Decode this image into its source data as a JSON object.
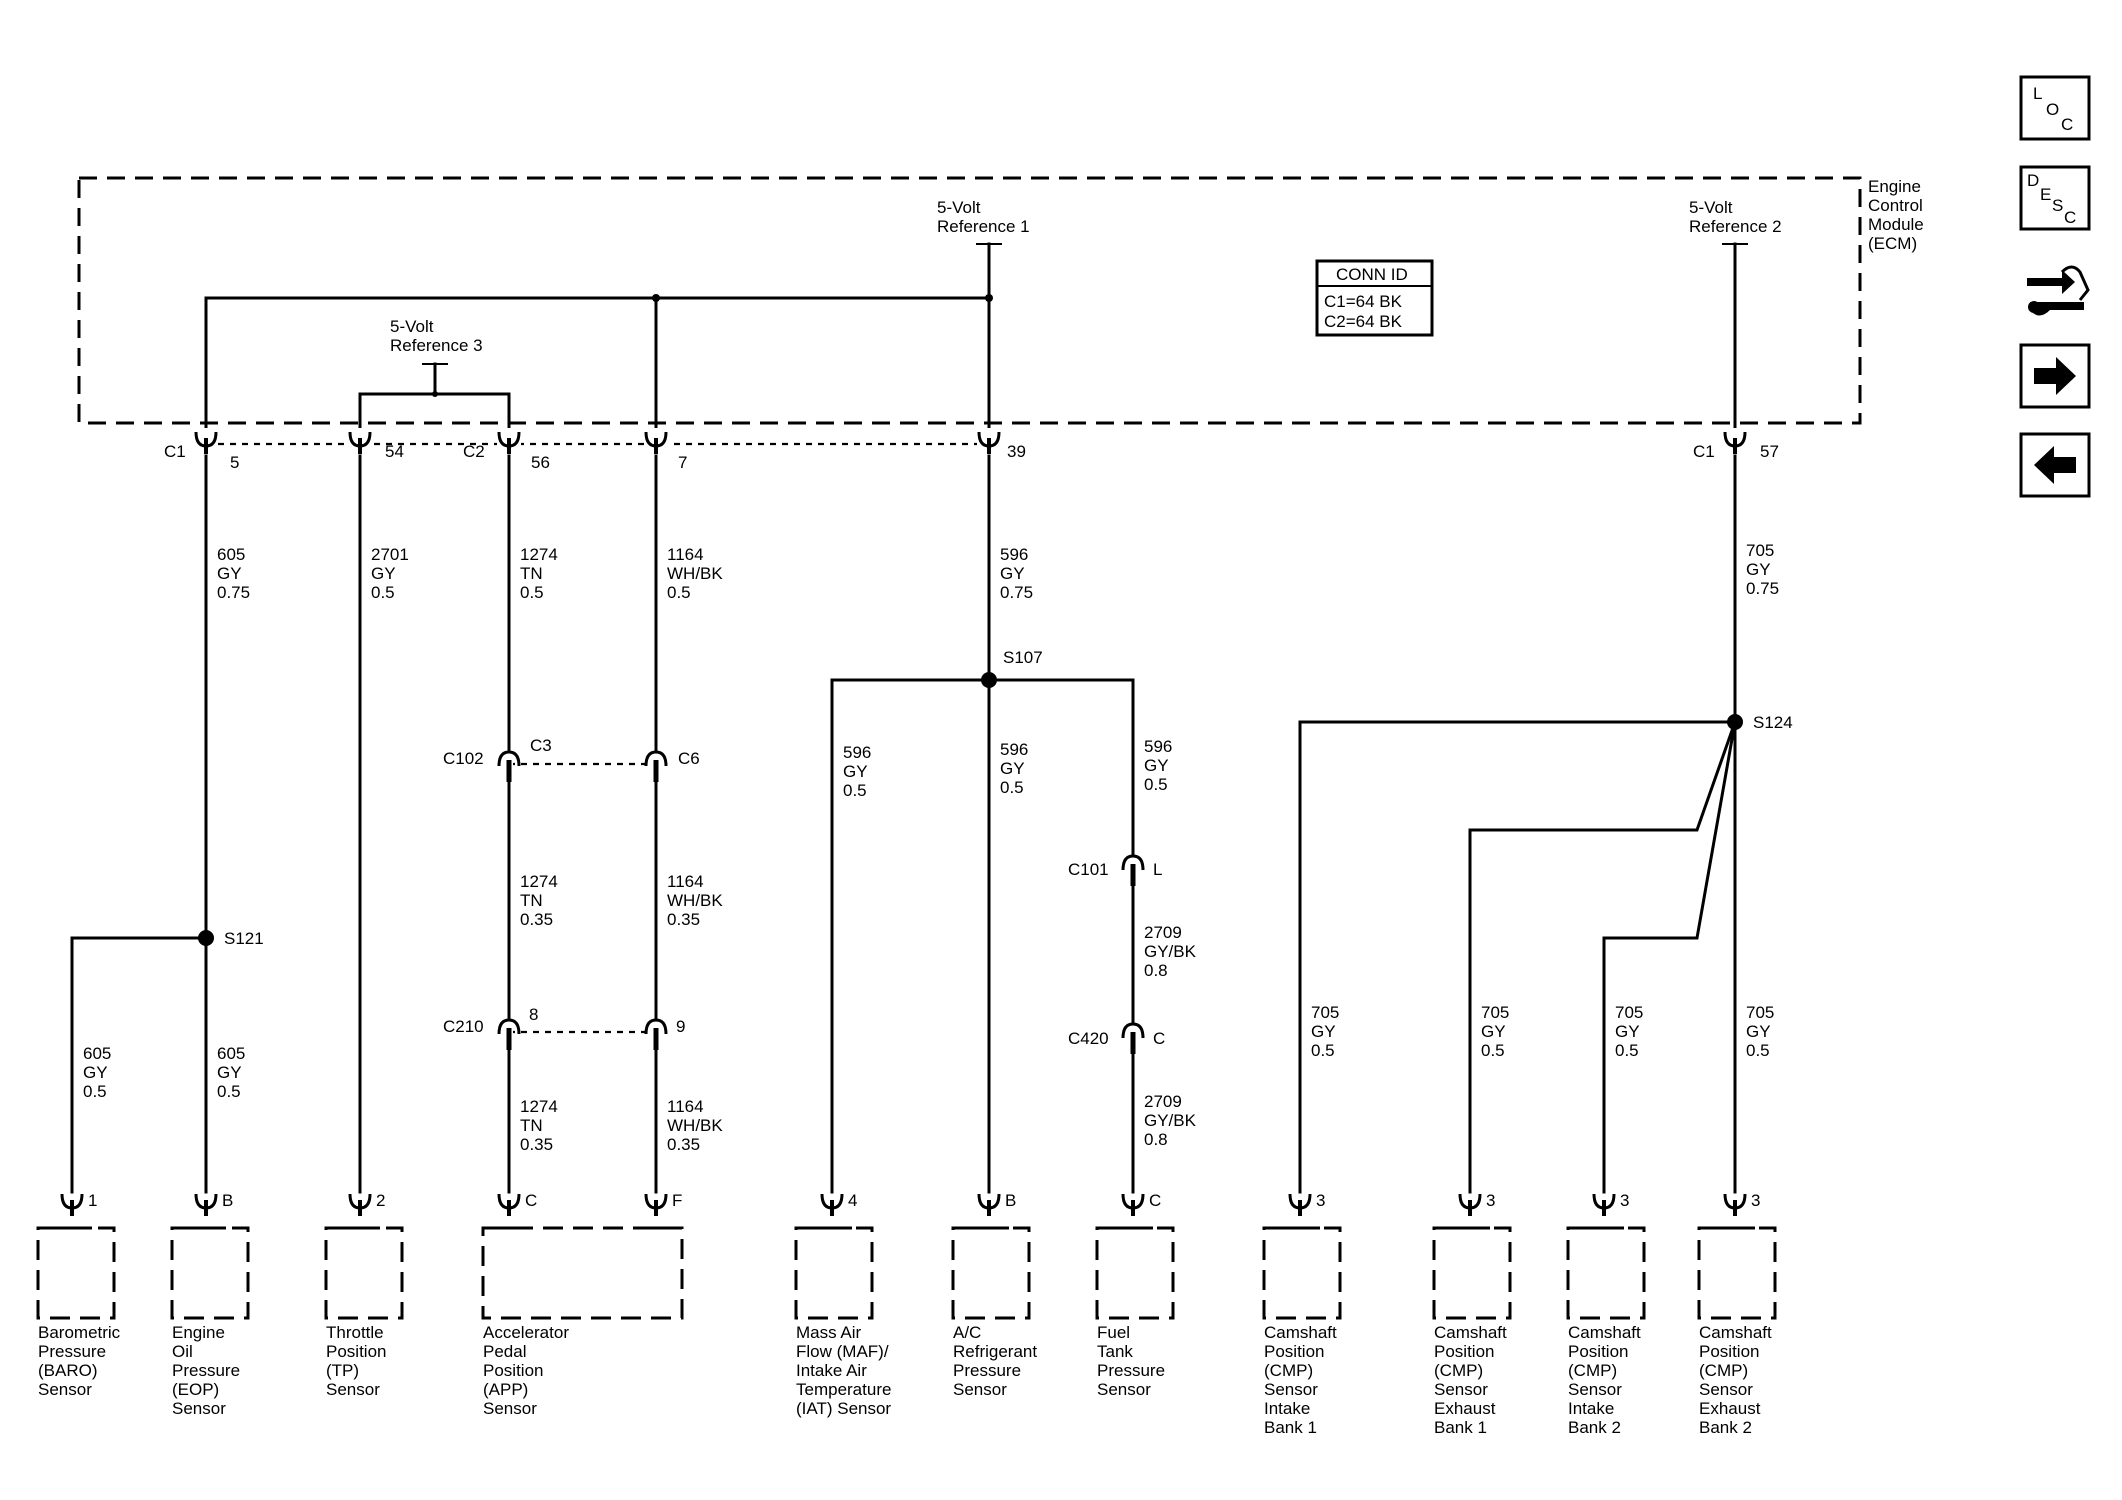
{
  "ecm": {
    "label": [
      "Engine",
      "Control",
      "Module",
      "(ECM)"
    ]
  },
  "refs": {
    "ref1": [
      "5-Volt",
      "Reference 1"
    ],
    "ref2": [
      "5-Volt",
      "Reference 2"
    ],
    "ref3": [
      "5-Volt",
      "Reference 3"
    ]
  },
  "conn_id": {
    "title": "CONN ID",
    "rows": [
      "C1=64 BK",
      "C2=64 BK"
    ]
  },
  "connector_labels": {
    "c1a": "C1",
    "pin5": "5",
    "pin54": "54",
    "c2": "C2",
    "pin56": "56",
    "pin7": "7",
    "pin39": "39",
    "c1b": "C1",
    "pin57": "57",
    "c102": "C102",
    "c3": "C3",
    "c6": "C6",
    "c210": "C210",
    "p8": "8",
    "p9": "9",
    "c101": "C101",
    "pL": "L",
    "c420": "C420",
    "pC": "C"
  },
  "splices": {
    "s107": "S107",
    "s121": "S121",
    "s124": "S124"
  },
  "wires": {
    "w605a": [
      "605",
      "GY",
      "0.75"
    ],
    "w2701": [
      "2701",
      "GY",
      "0.5"
    ],
    "w1274a": [
      "1274",
      "TN",
      "0.5"
    ],
    "w1164a": [
      "1164",
      "WH/BK",
      "0.5"
    ],
    "w596a": [
      "596",
      "GY",
      "0.75"
    ],
    "w705a": [
      "705",
      "GY",
      "0.75"
    ],
    "w1274b": [
      "1274",
      "TN",
      "0.35"
    ],
    "w1164b": [
      "1164",
      "WH/BK",
      "0.35"
    ],
    "w1274c": [
      "1274",
      "TN",
      "0.35"
    ],
    "w1164c": [
      "1164",
      "WH/BK",
      "0.35"
    ],
    "w605b": [
      "605",
      "GY",
      "0.5"
    ],
    "w605c": [
      "605",
      "GY",
      "0.5"
    ],
    "w596b": [
      "596",
      "GY",
      "0.5"
    ],
    "w596c": [
      "596",
      "GY",
      "0.5"
    ],
    "w596d": [
      "596",
      "GY",
      "0.5"
    ],
    "w2709a": [
      "2709",
      "GY/BK",
      "0.8"
    ],
    "w2709b": [
      "2709",
      "GY/BK",
      "0.8"
    ],
    "w705b": [
      "705",
      "GY",
      "0.5"
    ],
    "w705c": [
      "705",
      "GY",
      "0.5"
    ],
    "w705d": [
      "705",
      "GY",
      "0.5"
    ],
    "w705e": [
      "705",
      "GY",
      "0.5"
    ]
  },
  "sensor_pins": {
    "baro": "1",
    "eop": "B",
    "tp": "2",
    "app_c": "C",
    "app_f": "F",
    "maf": "4",
    "ac": "B",
    "fuel": "C",
    "cmp1": "3",
    "cmp2": "3",
    "cmp3": "3",
    "cmp4": "3"
  },
  "sensors": {
    "baro": [
      "Barometric",
      "Pressure",
      "(BARO)",
      "Sensor"
    ],
    "eop": [
      "Engine",
      "Oil",
      "Pressure",
      "(EOP)",
      "Sensor"
    ],
    "tp": [
      "Throttle",
      "Position",
      "(TP)",
      "Sensor"
    ],
    "app": [
      "Accelerator",
      "Pedal",
      "Position",
      "(APP)",
      "Sensor"
    ],
    "maf": [
      "Mass Air",
      "Flow (MAF)/",
      "Intake Air",
      "Temperature",
      "(IAT) Sensor"
    ],
    "ac": [
      "A/C",
      "Refrigerant",
      "Pressure",
      "Sensor"
    ],
    "fuel": [
      "Fuel",
      "Tank",
      "Pressure",
      "Sensor"
    ],
    "cmp1": [
      "Camshaft",
      "Position",
      "(CMP)",
      "Sensor",
      "Intake",
      "Bank 1"
    ],
    "cmp2": [
      "Camshaft",
      "Position",
      "(CMP)",
      "Sensor",
      "Exhaust",
      "Bank 1"
    ],
    "cmp3": [
      "Camshaft",
      "Position",
      "(CMP)",
      "Sensor",
      "Intake",
      "Bank 2"
    ],
    "cmp4": [
      "Camshaft",
      "Position",
      "(CMP)",
      "Sensor",
      "Exhaust",
      "Bank 2"
    ]
  },
  "nav": {
    "loc": [
      "L",
      "O",
      "C"
    ],
    "desc": [
      "D",
      "E",
      "S",
      "C"
    ],
    "icons": [
      "schematic-link-icon",
      "arrow-right-icon",
      "arrow-left-icon"
    ]
  }
}
